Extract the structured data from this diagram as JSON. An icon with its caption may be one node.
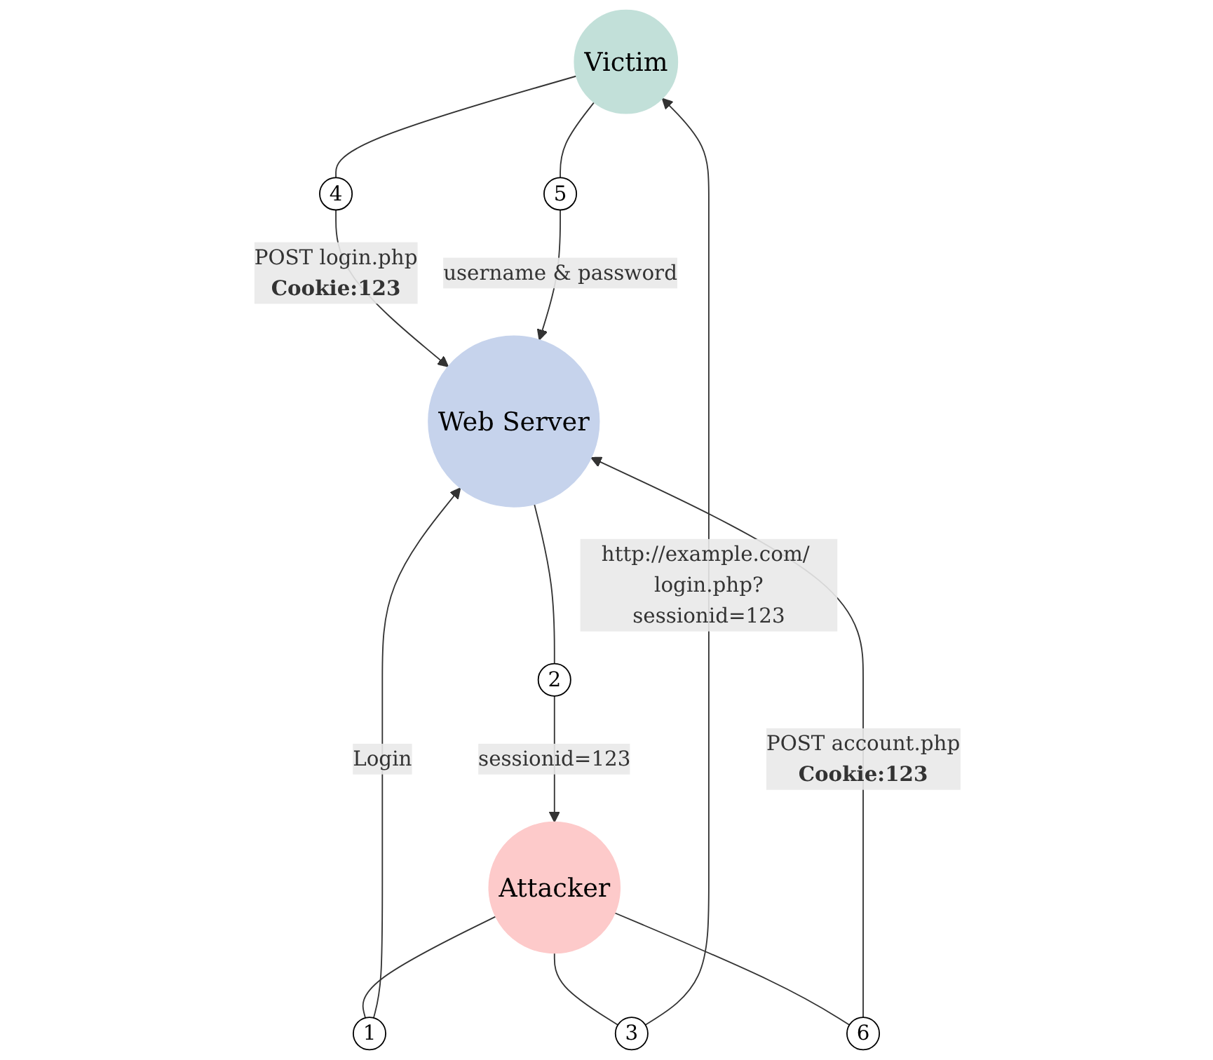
{
  "diagram": {
    "nodes": [
      {
        "text": [
          "Victim"
        ]
      },
      {
        "text": [
          "Web Server"
        ]
      },
      {
        "text": [
          "Attacker"
        ]
      },
      {
        "text": [
          "1"
        ]
      },
      {
        "text": [
          "2"
        ]
      },
      {
        "text": [
          "3"
        ]
      },
      {
        "text": [
          "4"
        ]
      },
      {
        "text": [
          "5"
        ]
      },
      {
        "text": [
          "6"
        ]
      }
    ],
    "edges": [
      {
        "from": 2,
        "to": 3,
        "arrow": "none"
      },
      {
        "from": 3,
        "to": 1,
        "arrow": "to",
        "label": "Login"
      },
      {
        "from": 1,
        "to": 4,
        "arrow": "none"
      },
      {
        "from": 4,
        "to": 2,
        "arrow": "to",
        "label": "sessionid=123"
      },
      {
        "from": 2,
        "to": 5,
        "arrow": "none"
      },
      {
        "from": 5,
        "to": 0,
        "arrow": "to",
        "label": "http://example.com/ login.php?sessionid=123"
      },
      {
        "from": 0,
        "to": 6,
        "arrow": "none"
      },
      {
        "from": 6,
        "to": 1,
        "arrow": "to",
        "label": "POST login.php **Cookie:123**"
      },
      {
        "from": 0,
        "to": 7,
        "arrow": "none"
      },
      {
        "from": 7,
        "to": 1,
        "arrow": "to",
        "label": "username & password"
      },
      {
        "from": 2,
        "to": 8,
        "arrow": "none"
      },
      {
        "from": 8,
        "to": 1,
        "arrow": "to",
        "label": "POST account.php **Cookie:123**"
      }
    ]
  }
}
